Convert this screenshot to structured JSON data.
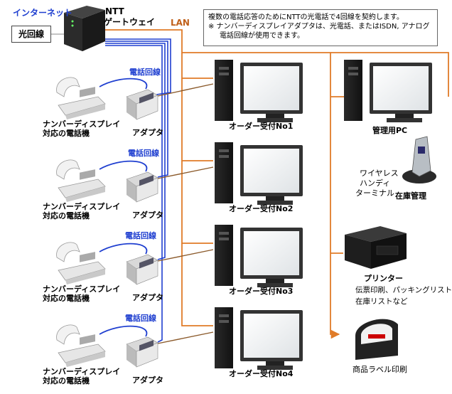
{
  "labels": {
    "internet": "インターネット",
    "hikari": "光回線",
    "ntt": "NTT",
    "gateway": "ゲートウェイ",
    "lan": "LAN",
    "phone_line": "電話回線",
    "phone_caption_1": "ナンバーディスプレイ",
    "phone_caption_2": "対応の電話機",
    "adapter": "アダプタ",
    "order_pcs": [
      "オーダー受付No1",
      "オーダー受付No2",
      "オーダー受付No3",
      "オーダー受付No4"
    ],
    "admin_pc": "管理用PC",
    "wireless_1": "ワイヤレス",
    "wireless_2": "ハンディ",
    "wireless_3": "ターミナル",
    "inventory": "在庫管理",
    "printer": "プリンター",
    "printer_desc_1": "伝票印刷、パッキングリスト、",
    "printer_desc_2": "在庫リストなど",
    "label_printer": "商品ラベル印刷"
  },
  "note": {
    "line1": "複数の電話応答のためにNTTの光電話で4回線を契約します。",
    "line2": "※ ナンバーディスプレイアダプタは、光電話、またはISDN, アナログ",
    "line3": "電話回線が使用できます。"
  },
  "colors": {
    "lan": "#E07B28",
    "phone": "#1F3FD0",
    "adapter_link": "#8B5A2B",
    "internet_text": "#1F3FD0",
    "lan_text": "#C0601A"
  }
}
